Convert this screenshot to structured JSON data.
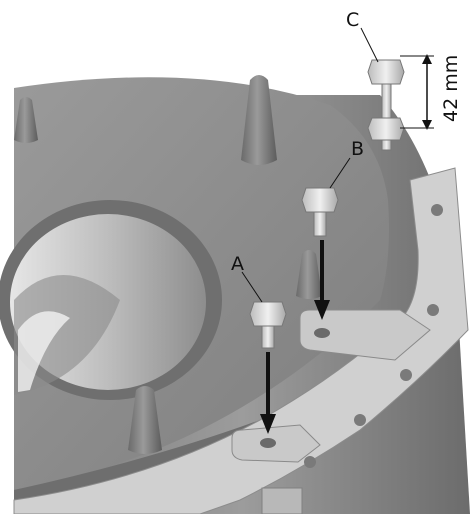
{
  "callouts": {
    "a": "A",
    "b": "B",
    "c": "C"
  },
  "dimension": {
    "bolt_length": "42 mm"
  },
  "colors": {
    "housing": "#8f8f8f",
    "housing_dark": "#5f5f5f",
    "bracket": "#c8c8c8",
    "arrow": "#111111",
    "bolt": "#d9d9d9"
  }
}
